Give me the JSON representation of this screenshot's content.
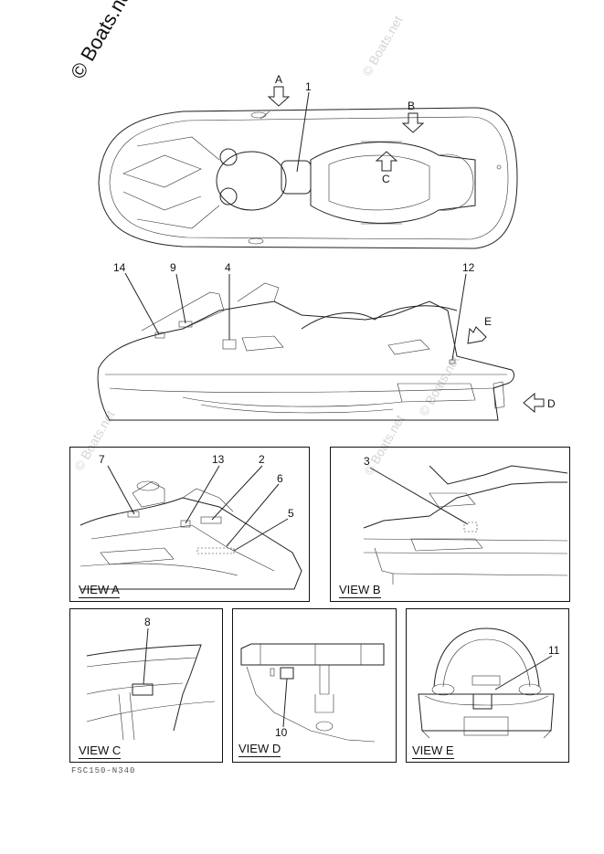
{
  "watermark": {
    "text": "© Boats.net"
  },
  "callouts": [
    "1",
    "2",
    "3",
    "4",
    "5",
    "6",
    "7",
    "8",
    "9",
    "10",
    "11",
    "12",
    "13",
    "14"
  ],
  "arrow_labels": {
    "a": "A",
    "b": "B",
    "c": "C",
    "d": "D",
    "e": "E"
  },
  "views": {
    "a": "VIEW A",
    "b": "VIEW B",
    "c": "VIEW C",
    "d": "VIEW D",
    "e": "VIEW E"
  },
  "figure_code": "FSC150-N340"
}
